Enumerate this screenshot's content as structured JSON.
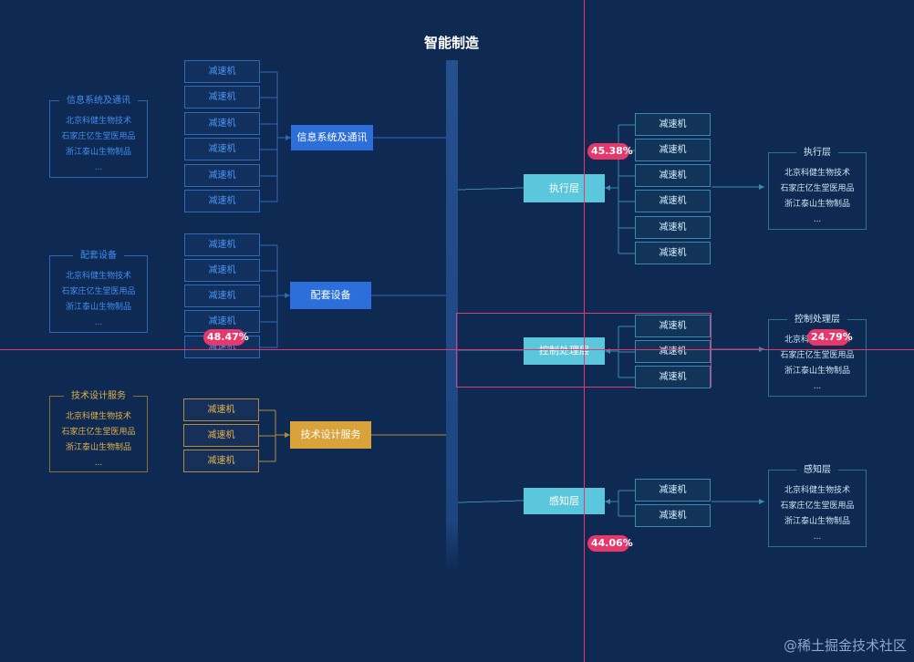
{
  "title": "智能制造",
  "left_groups": [
    {
      "id": "info",
      "color": "#3f8ef3",
      "hub_label": "信息系统及通讯",
      "source": {
        "caption": "信息系统及通讯",
        "items": [
          "北京科健生物技术",
          "石家庄亿生堂医用品",
          "浙江泰山生物制品",
          "..."
        ]
      },
      "sub_items": [
        "减速机",
        "减速机",
        "减速机",
        "减速机",
        "减速机",
        "减速机"
      ]
    },
    {
      "id": "equip",
      "color": "#3f8ef3",
      "hub_label": "配套设备",
      "badge": "48.47%",
      "source": {
        "caption": "配套设备",
        "items": [
          "北京科健生物技术",
          "石家庄亿生堂医用品",
          "浙江泰山生物制品",
          "..."
        ]
      },
      "sub_items": [
        "减速机",
        "减速机",
        "减速机",
        "减速机",
        "减速机"
      ]
    },
    {
      "id": "tech",
      "color": "#e1b04a",
      "hub_label": "技术设计服务",
      "source": {
        "caption": "技术设计服务",
        "items": [
          "北京科健生物技术",
          "石家庄亿生堂医用品",
          "浙江泰山生物制品",
          "..."
        ]
      },
      "sub_items": [
        "减速机",
        "减速机",
        "减速机"
      ]
    }
  ],
  "right_groups": [
    {
      "id": "exec",
      "color": "#5bc7dc",
      "hub_label": "执行层",
      "badge": "45.38%",
      "sub_items": [
        "减速机",
        "减速机",
        "减速机",
        "减速机",
        "减速机",
        "减速机"
      ],
      "target": {
        "caption": "执行层",
        "items": [
          "北京科健生物技术",
          "石家庄亿生堂医用品",
          "浙江泰山生物制品",
          "..."
        ]
      }
    },
    {
      "id": "ctrl",
      "color": "#5bc7dc",
      "hub_label": "控制处理层",
      "badge": "24.79%",
      "selected": true,
      "sub_items": [
        "减速机",
        "减速机",
        "减速机"
      ],
      "target": {
        "caption": "控制处理层",
        "items": [
          "北京科健生物技术",
          "石家庄亿生堂医用品",
          "浙江泰山生物制品",
          "..."
        ]
      }
    },
    {
      "id": "sense",
      "color": "#5bc7dc",
      "hub_label": "感知层",
      "badge": "44.06%",
      "sub_items": [
        "减速机",
        "减速机"
      ],
      "target": {
        "caption": "感知层",
        "items": [
          "北京科健生物技术",
          "石家庄亿生堂医用品",
          "浙江泰山生物制品",
          "..."
        ]
      }
    }
  ],
  "watermark": "@稀土掘金技术社区",
  "colors": {
    "background": "#0f2a52",
    "bus": "#1f4a86",
    "badge": "#e8376a",
    "guide": "#e8376a"
  }
}
